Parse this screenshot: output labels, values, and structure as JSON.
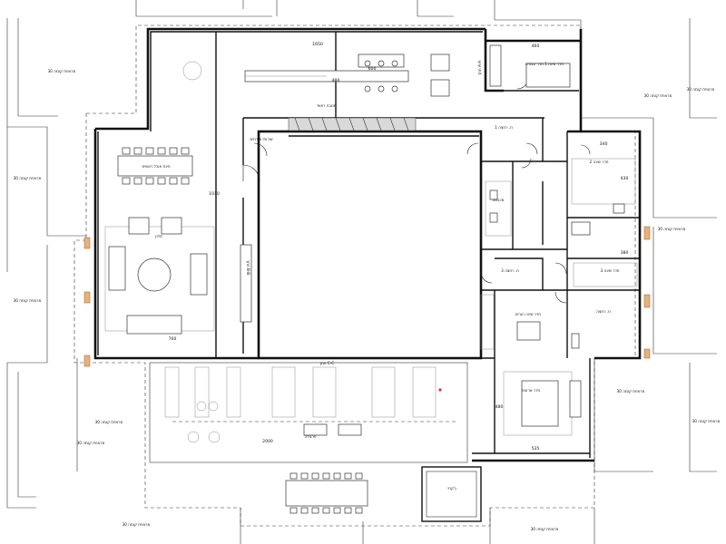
{
  "walkway_labels": [
    "מרצפת קומה 30",
    "מרצפת קומה 30",
    "מרצפת קומה 30",
    "מרצפת קומה 30",
    "מרצפת קומה 30",
    "מרצפת קומה 30",
    "מרצפת קומה 30",
    "מרצפת קומה 30",
    "מרצפת קומה 30",
    "מרצפת קומה 30",
    "מרצפת קומה 30",
    "מרצפת קומה 30"
  ],
  "rooms": {
    "dining": "פינת אוכל ראשית",
    "living": "סלון",
    "kitchen": "מטבח ראשי",
    "guest_wc": "שירותי אורחים",
    "bedroom_1": "חדר שינה 1 חדר עבודה",
    "shower_1": "ח. רחצה 1",
    "bedroom_2": "חדר שינה 2",
    "laundry": "מכבסה",
    "bedroom_3": "חדר שינה 3",
    "shower_3": "ח. רחצה 3",
    "master_bedroom": "חדר שינה הורים",
    "master_bath": "ח. רחצה",
    "dressing": "חדר ארונות",
    "pergola": "פרגולה",
    "jacuzzi": "ג'קוזי"
  },
  "dimensions": {
    "top_width": "1650",
    "right_wing": "460",
    "kitchen_w": "600",
    "kitchen_d": "480",
    "living_depth": "760",
    "living_len": "1010",
    "bedroom2_w": "340",
    "bedroom2_h": "430",
    "bedroom3_h": "380",
    "master_w": "535",
    "master_h": "480",
    "terrace_w": "2000"
  },
  "sections": {
    "section_a": "חתך A-A",
    "section_b": "חתך B-B",
    "section_c": "חתך C-C"
  }
}
